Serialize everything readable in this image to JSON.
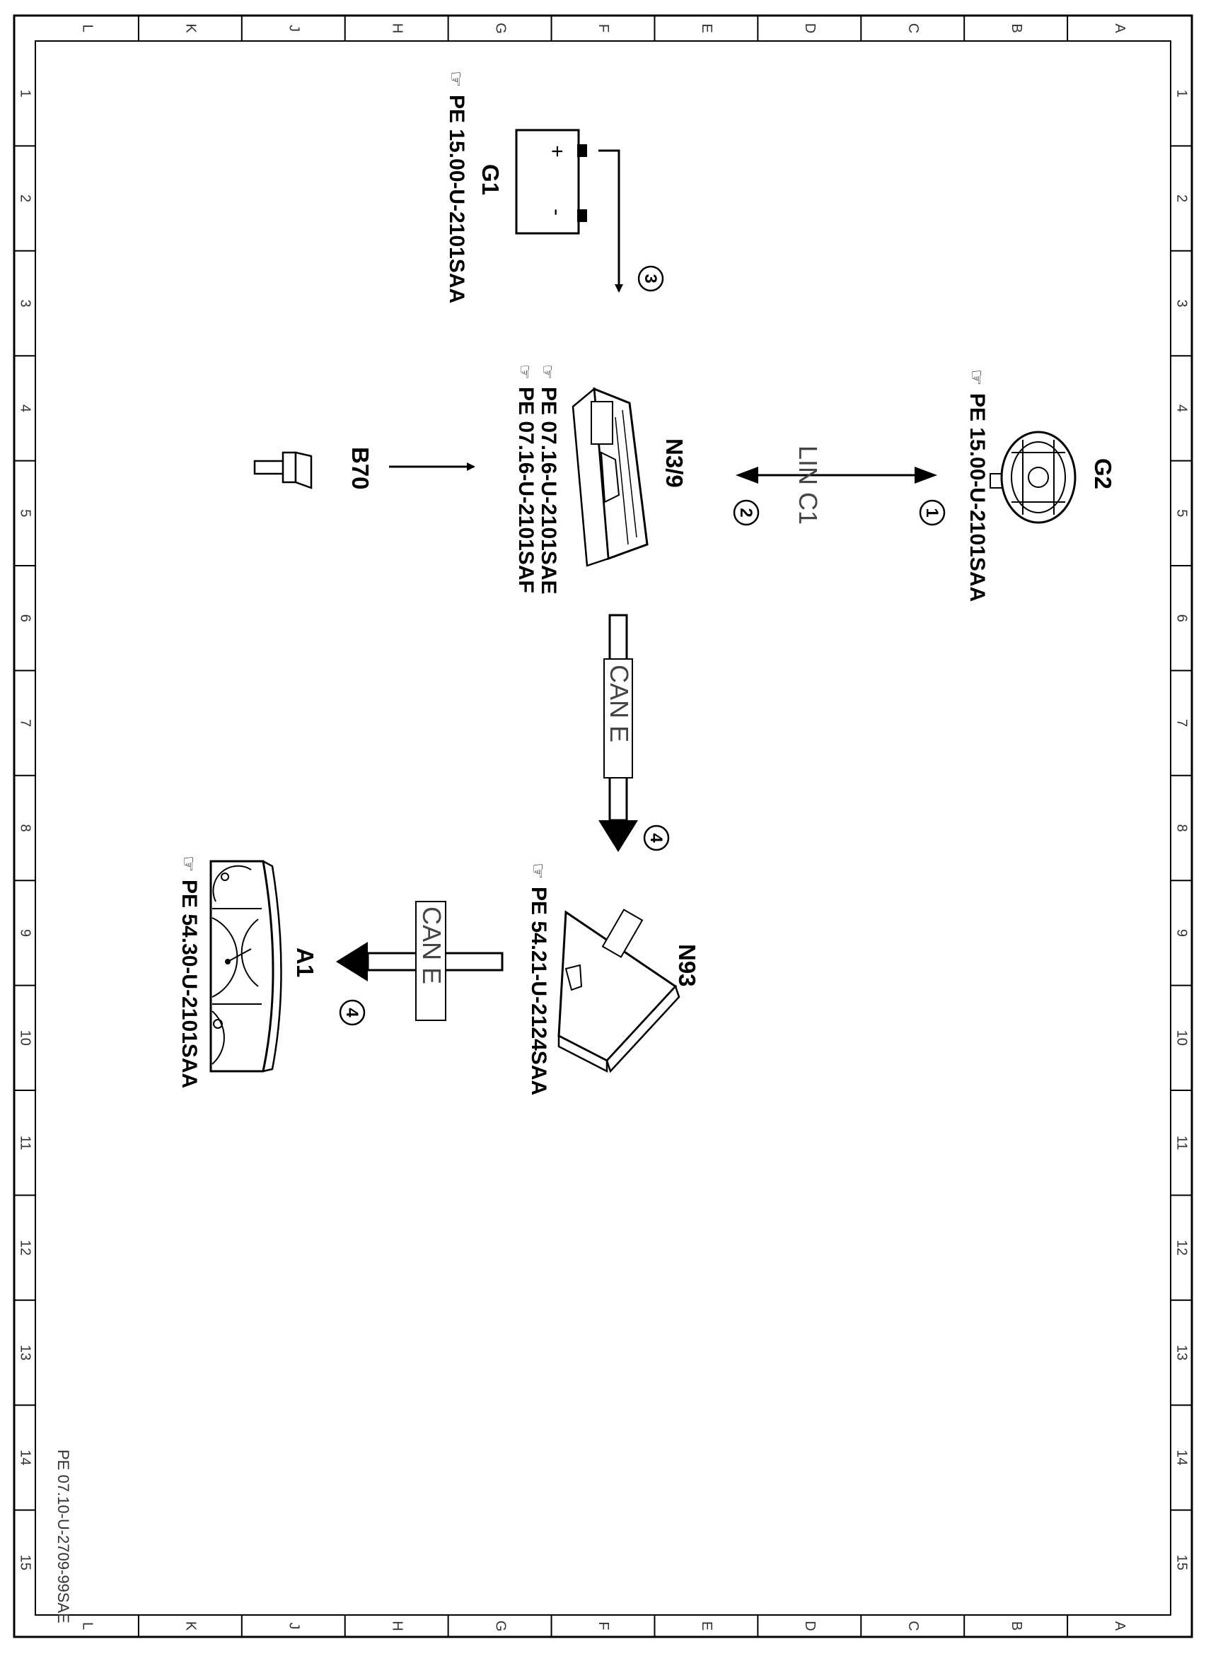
{
  "border": {
    "columns": [
      "L",
      "K",
      "J",
      "H",
      "G",
      "F",
      "E",
      "D",
      "C",
      "B",
      "A"
    ],
    "rows": [
      "1",
      "2",
      "3",
      "4",
      "5",
      "6",
      "7",
      "8",
      "9",
      "10",
      "11",
      "12",
      "13",
      "14",
      "15"
    ]
  },
  "document_id": "PE 07.10-U-2709-99SAE",
  "components": {
    "g1": {
      "label": "G1",
      "refs": [
        "PE 15.00-U-2101SAA"
      ],
      "plus": "+",
      "minus": "-"
    },
    "g2": {
      "label": "G2",
      "refs": [
        "PE 15.00-U-2101SAA"
      ]
    },
    "n3_9": {
      "label": "N3/9",
      "refs": [
        "PE 07.16-U-2101SAE",
        "PE 07.16-U-2101SAF"
      ]
    },
    "b70": {
      "label": "B70"
    },
    "n93": {
      "label": "N93",
      "refs": [
        "PE 54.21-U-2124SAA"
      ]
    },
    "a1": {
      "label": "A1",
      "refs": [
        "PE 54.30-U-2101SAA"
      ]
    }
  },
  "buses": {
    "lin": "LIN C1",
    "can_upper": "CAN E",
    "can_lower": "CAN E"
  },
  "signals": {
    "s1": "1",
    "s2": "2",
    "s3": "3",
    "s4_upper": "4",
    "s4_lower": "4"
  }
}
